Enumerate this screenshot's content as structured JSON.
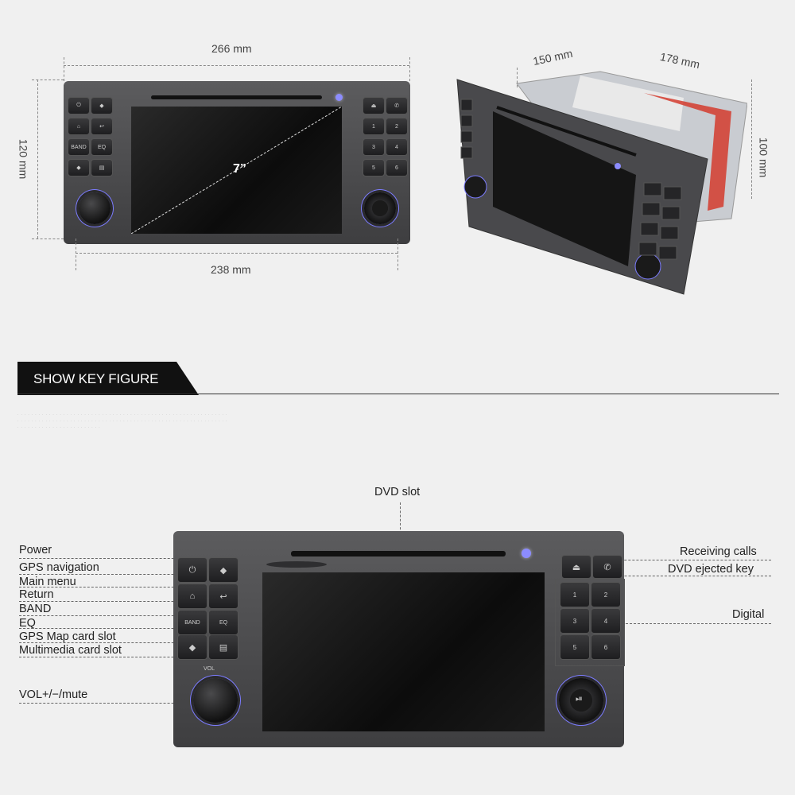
{
  "dimensions": {
    "top_width": "266 mm",
    "bottom_width": "238 mm",
    "height": "120 mm",
    "screen_size": "7”",
    "depth": "150 mm",
    "side_width": "178 mm",
    "side_height": "100 mm"
  },
  "section": {
    "title": "SHOW KEY FIGURE"
  },
  "callouts": {
    "dvd_slot": "DVD slot",
    "power": "Power",
    "gps_navigation": "GPS navigation",
    "main_menu": "Main menu",
    "return": "Return",
    "band": "BAND",
    "eq": "EQ",
    "gps_map_card_slot": "GPS Map card slot",
    "multimedia_card_slot": "Multimedia card slot",
    "vol_mute": "VOL+/−/mute",
    "receiving_calls": "Receiving calls",
    "dvd_ejected_key": "DVD ejected key",
    "digital": "Digital"
  },
  "keys": {
    "band": "BAND",
    "eq": "EQ",
    "vol": "VOL",
    "digits": [
      "1",
      "2",
      "3",
      "4",
      "5",
      "6"
    ]
  },
  "colors": {
    "accent_led": "#8c8cff",
    "bar_black": "#111111"
  },
  "icons": [
    "power-icon",
    "gps-icon",
    "home-icon",
    "return-icon",
    "sd-card-icon",
    "eject-icon",
    "phone-icon",
    "play-pause-icon"
  ]
}
